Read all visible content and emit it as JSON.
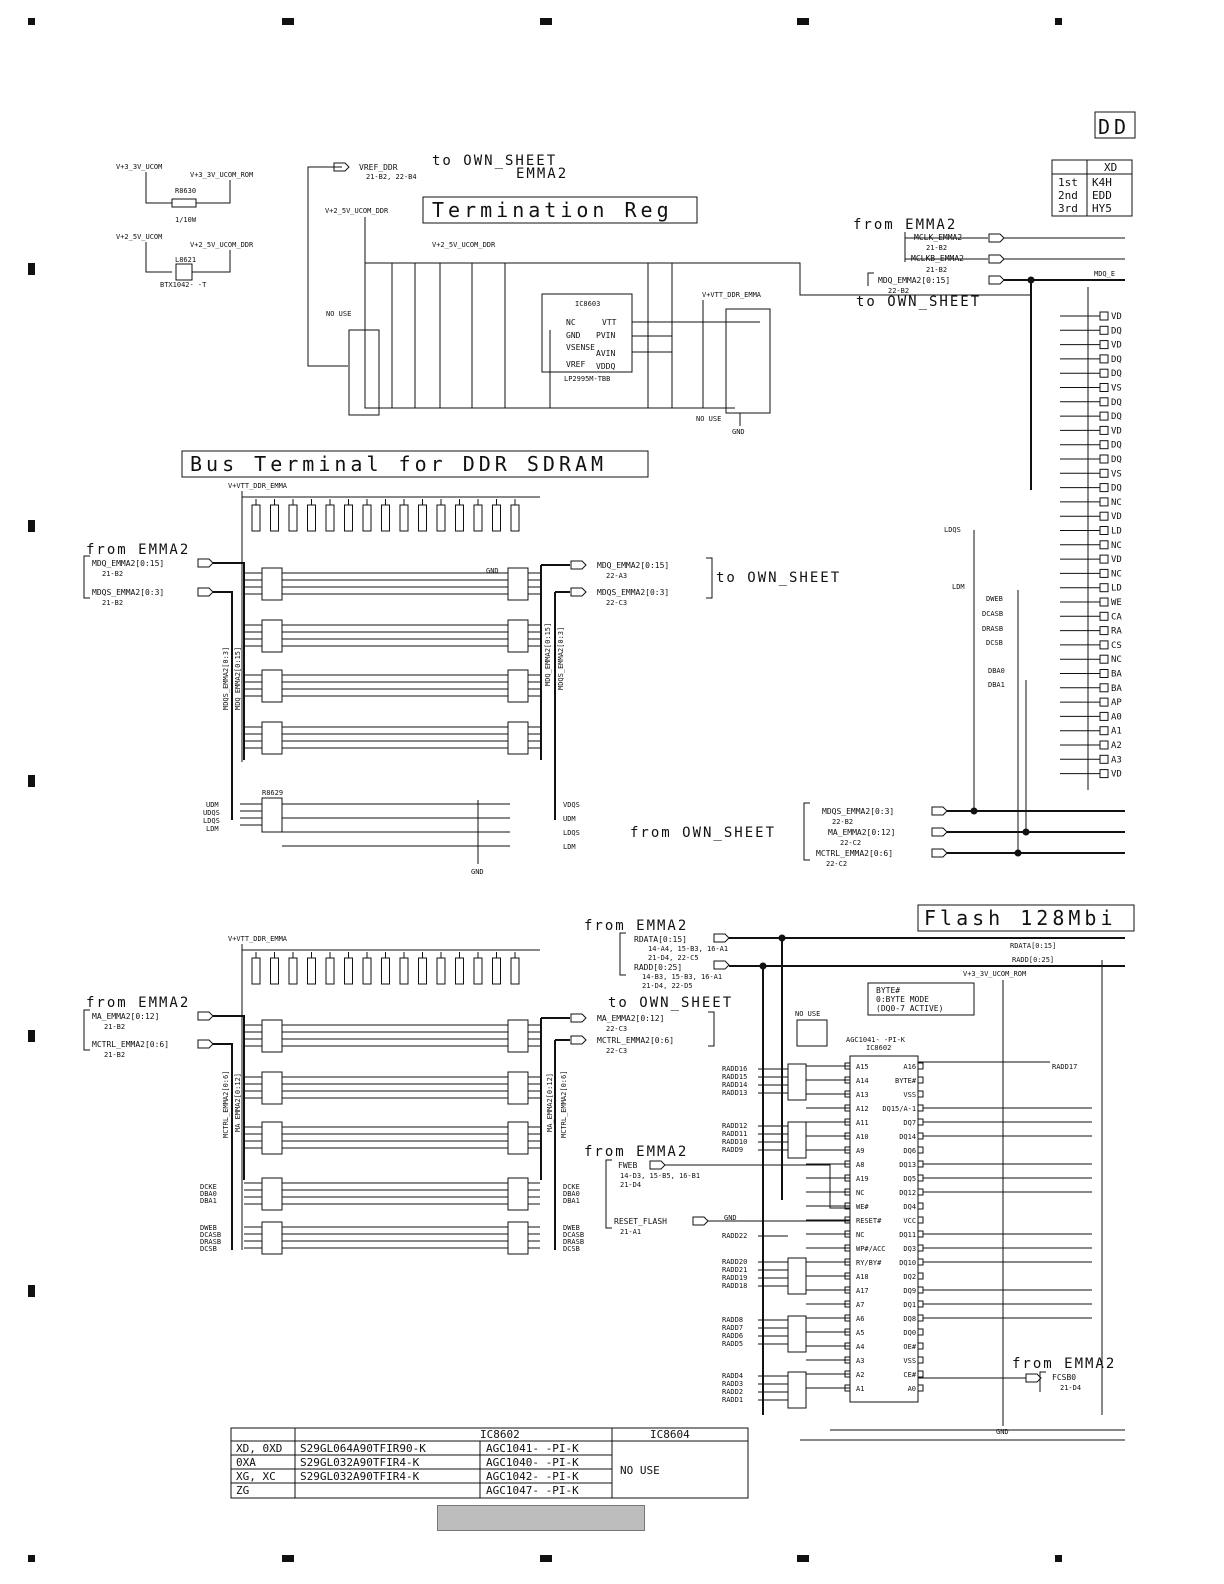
{
  "sections": {
    "termination": "Termination Reg",
    "bus_terminal": "Bus Terminal for DDR SDRAM",
    "flash": "Flash 128Mbi",
    "ddr_heading": "DD"
  },
  "rails": {
    "v33_ucom": "V+3_3V_UCOM",
    "v33_ucom_rom": "V+3_3V_UCOM_ROM",
    "v25_ucom": "V+2_5V_UCOM",
    "v25_ucom_ddr": "V+2_5V_UCOM_DDR",
    "vtt_ddr_emma": "V+VTT_DDR_EMMA",
    "gnd": "GND"
  },
  "refs": {
    "to_own_sheet": "to OWN_SHEET",
    "emma2": "EMMA2",
    "from_emma2": "from EMMA2",
    "from_own_sheet": "from OWN_SHEET",
    "to_own_sheet_spaced": "to  OWN_SHEET"
  },
  "nets": {
    "vref_ddr": "VREF_DDR",
    "vref_ref": "21-B2, 22-B4",
    "mclk": "MCLK_EMMA2",
    "mclk_ref": "21-B2",
    "mclkb": "MCLKB_EMMA2",
    "mclkb_ref": "21-B2",
    "mdq": "MDQ_EMMA2[0:15]",
    "mdq_ref": "22-B2",
    "mdq_bus": "MDQ_EMMA2[0:15]",
    "mdq_bus_ref": "21-B2",
    "mdqs_bus": "MDQS_EMMA2[0:3]",
    "mdqs_bus_ref": "21-B2",
    "mdq_out": "MDQ_EMMA2[0:15]",
    "mdq_out_ref": "22-A3",
    "mdqs_out": "MDQS_EMMA2[0:3]",
    "mdqs_out_ref": "22-C3",
    "mdqs_own": "MDQS_EMMA2[0:3]",
    "mdqs_own_ref": "22-B2",
    "ma_own": "MA_EMMA2[0:12]",
    "ma_own_ref": "22-C2",
    "mctrl_own": "MCTRL_EMMA2[0:6]",
    "mctrl_own_ref": "22-C2",
    "ma_in": "MA_EMMA2[0:12]",
    "ma_in_ref": "21-B2",
    "mctrl_in": "MCTRL_EMMA2[0:6]",
    "mctrl_in_ref": "21-B2",
    "ma_out": "MA_EMMA2[0:12]",
    "ma_out_ref": "22-C3",
    "mctrl_out": "MCTRL_EMMA2[0:6]",
    "mctrl_out_ref": "22-C3",
    "rdata": "RDATA[0:15]",
    "rdata_ref": "14-A4, 15-B3, 16-A1",
    "rdata_ref2": "21-D4, 22-C5",
    "radd": "RADD[0:25]",
    "radd_ref": "14-B3, 15-B3, 16-A1",
    "radd_ref2": "21-D4, 22-D5",
    "fweb": "FWEB",
    "fweb_ref": "14-D3, 15-B5, 16-B1",
    "fweb_ref2": "21-D4",
    "reset_flash": "RESET_FLASH",
    "reset_ref": "21-A1",
    "fcsb0": "FCSB0",
    "fcsb0_ref": "21-D4",
    "radd17": "RADD17",
    "rdata_bus": "RDATA[0:15]",
    "radd_bus": "RADD[0:25]"
  },
  "parts": {
    "ic8603": "IC8603",
    "ic8603_pn": "LP2995M-TBB",
    "ic8602": "IC8602",
    "ic8602_pn": "AGC1041- -PI-K",
    "l8621": "L8621",
    "l8621_pn": "BTX1042- -T",
    "r8630": "R8630",
    "r8630_val": "1/10W",
    "no_use": "NO USE",
    "byte_note1": "BYTE#",
    "byte_note2": "0:BYTE MODE",
    "byte_note3": "(DQ0-7 ACTIVE)"
  },
  "ic8603_pins": [
    "NC",
    "VTT",
    "GND",
    "PVIN",
    "VSENSE",
    "AVIN",
    "VREF",
    "VDDQ"
  ],
  "ddr_table": {
    "header": "XD",
    "rows": [
      {
        "rank": "1st",
        "part": "K4H"
      },
      {
        "rank": "2nd",
        "part": "EDD"
      },
      {
        "rank": "3rd",
        "part": "HY5"
      }
    ]
  },
  "ddr_pins": [
    "VD",
    "DQ",
    "VD",
    "DQ",
    "DQ",
    "VS",
    "DQ",
    "DQ",
    "VD",
    "DQ",
    "DQ",
    "VS",
    "DQ",
    "NC",
    "VD",
    "LD",
    "NC",
    "VD",
    "NC",
    "LD",
    "WE",
    "CA",
    "RA",
    "CS",
    "NC",
    "BA",
    "BA",
    "AP",
    "A0",
    "A1",
    "A2",
    "A3",
    "VD"
  ],
  "ddr_ctrl_labels": [
    "LDQS",
    "LDM",
    "DWEB",
    "DCASB",
    "DRASB",
    "DCSB",
    "DBA0",
    "DBA1"
  ],
  "term_labels": [
    "UDM",
    "UDQS",
    "LDQS",
    "LDM"
  ],
  "term_labels_out": [
    "VDQS",
    "UDM",
    "LDQS",
    "LDM"
  ],
  "ctrl_labels_left": [
    "DCKE",
    "DBA0",
    "DBA1",
    "DWEB",
    "DCASB",
    "DRASB",
    "DCSB"
  ],
  "flash_pins_left": [
    "A15",
    "A14",
    "A13",
    "A12",
    "A11",
    "A10",
    "A9",
    "A8",
    "A19",
    "NC",
    "WE#",
    "RESET#",
    "NC",
    "WP#/ACC",
    "RY/BY#",
    "A18",
    "A17",
    "A7",
    "A6",
    "A5",
    "A4",
    "A3",
    "A2",
    "A1"
  ],
  "flash_pins_right": [
    "A16",
    "BYTE#",
    "VSS",
    "DQ15/A-1",
    "DQ7",
    "DQ14",
    "DQ6",
    "DQ13",
    "DQ5",
    "DQ12",
    "DQ4",
    "VCC",
    "DQ11",
    "DQ3",
    "DQ10",
    "DQ2",
    "DQ9",
    "DQ1",
    "DQ8",
    "DQ0",
    "OE#",
    "VSS",
    "CE#",
    "A0"
  ],
  "radd_left": [
    "RADD16",
    "RADD15",
    "RADD14",
    "RADD13",
    "RADD12",
    "RADD11",
    "RADD10",
    "RADD9",
    "RADD22",
    "RADD20",
    "RADD21",
    "RADD19",
    "RADD18",
    "RADD8",
    "RADD7",
    "RADD6",
    "RADD5",
    "RADD4",
    "RADD3",
    "RADD2",
    "RADD1"
  ],
  "ic_table": {
    "col1": "IC8602",
    "col2": "IC8604",
    "rows": [
      {
        "dest": "XD, 0XD",
        "part": "S29GL064A90TFIR90-K",
        "code": "AGC1041- -PI-K",
        "ic8604": ""
      },
      {
        "dest": "0XA",
        "part": "S29GL032A90TFIR4-K",
        "code": "AGC1040- -PI-K",
        "ic8604": "NO USE"
      },
      {
        "dest": "XG, XC",
        "part": "S29GL032A90TFIR4-K",
        "code": "AGC1042- -PI-K",
        "ic8604": ""
      },
      {
        "dest": "ZG",
        "part": "",
        "code": "AGC1047- -PI-K",
        "ic8604": ""
      }
    ]
  }
}
